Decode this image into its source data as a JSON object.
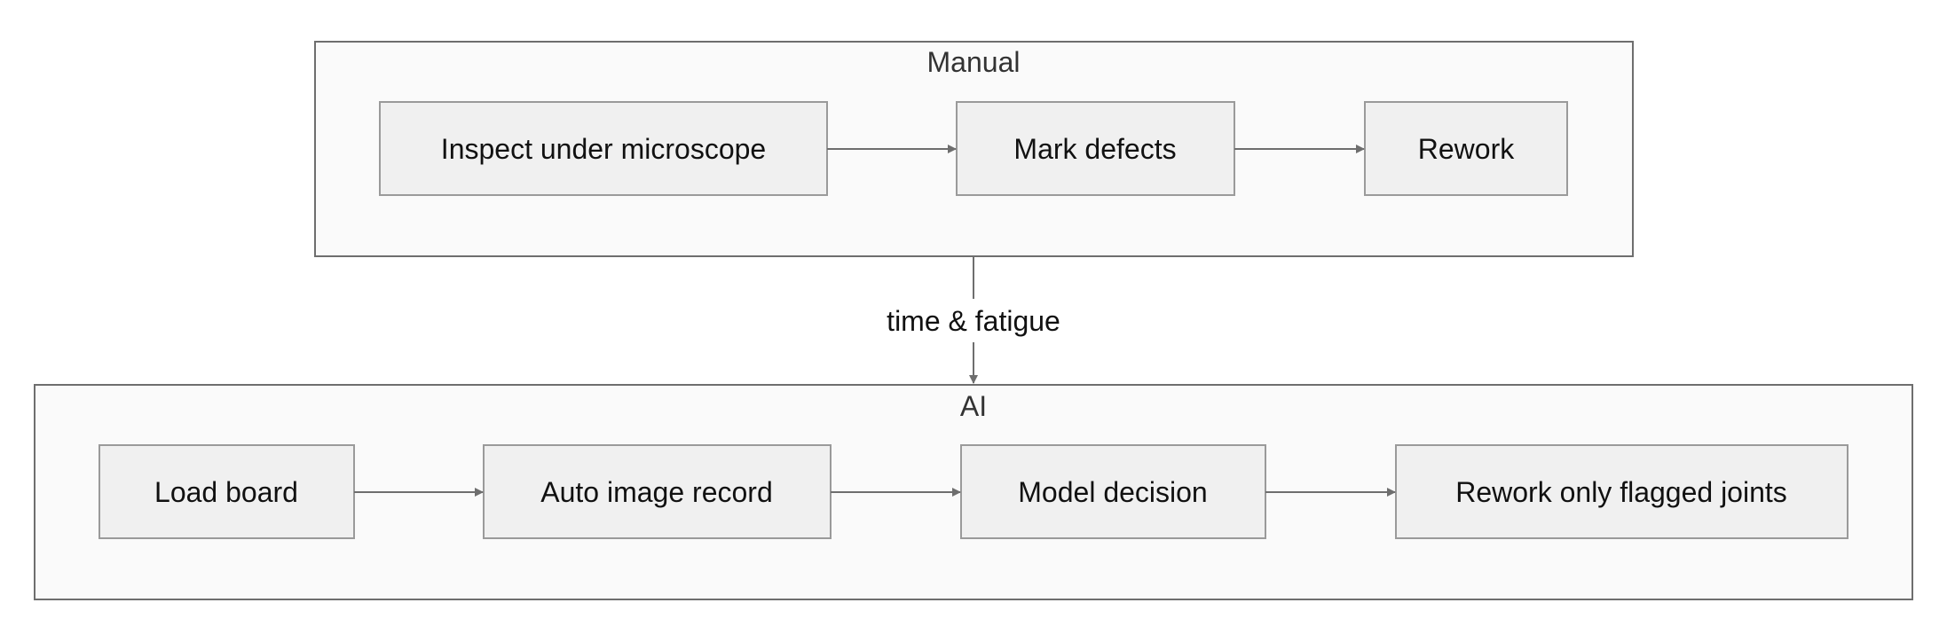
{
  "colors": {
    "group_fill": "#fafafa",
    "group_stroke": "#6e6e6e",
    "node_fill": "#f0f0f0",
    "node_stroke": "#9a9a9a",
    "edge": "#6e6e6e",
    "text": "#111111"
  },
  "groups": {
    "manual": {
      "title": "Manual",
      "nodes": {
        "inspect": "Inspect under microscope",
        "mark": "Mark defects",
        "rework": "Rework"
      }
    },
    "ai": {
      "title": "AI",
      "nodes": {
        "load": "Load board",
        "record": "Auto image record",
        "decision": "Model decision",
        "rework_flagged": "Rework only flagged joints"
      }
    }
  },
  "edges": {
    "between_groups_label": "time & fatigue"
  }
}
